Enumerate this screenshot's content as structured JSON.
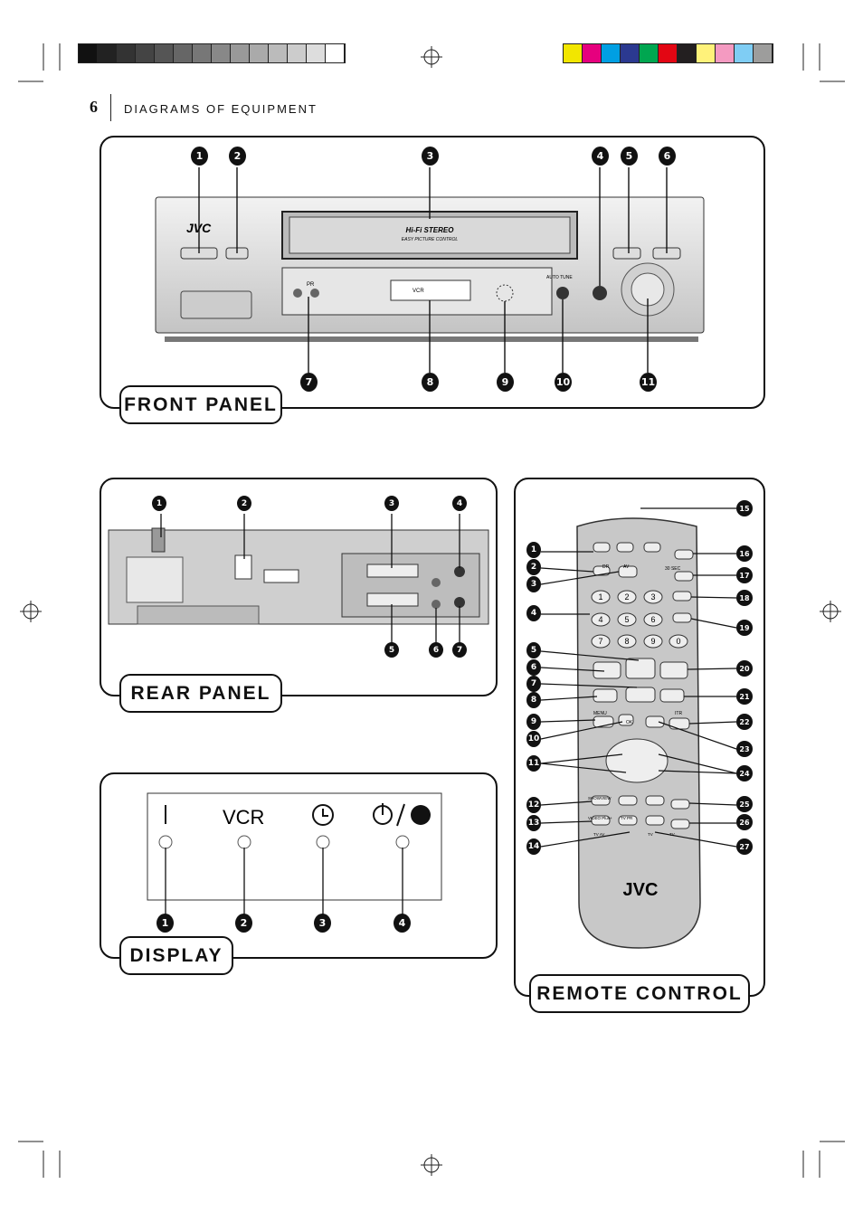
{
  "page": {
    "number": "6",
    "section_title": "DIAGRAMS OF EQUIPMENT"
  },
  "colors": {
    "accent_black": "#111111",
    "metal_light": "#d8d8d8",
    "metal_dark": "#8a8a8a",
    "grayscale_strip": [
      "#111",
      "#222",
      "#333",
      "#444",
      "#555",
      "#666",
      "#777",
      "#888",
      "#999",
      "#aaa",
      "#bbb",
      "#ccc",
      "#ddd",
      "#fff"
    ],
    "color_strip": [
      "#f2e600",
      "#e6007e",
      "#009fe3",
      "#2b3990",
      "#00a650",
      "#e30613",
      "#231f20",
      "#fff27a",
      "#f49ac1",
      "#7fcdf4",
      "#9d9d9c"
    ]
  },
  "front_panel": {
    "label": "FRONT PANEL",
    "brand": "JVC",
    "hifi_text": "Hi-Fi STEREO",
    "picture_control_text": "EASY PICTURE CONTROL",
    "auto_tune_text": "AUTO TUNE",
    "pr_text": "PR",
    "vcr_text": "VCR",
    "callouts": [
      "1",
      "2",
      "3",
      "4",
      "5",
      "6",
      "7",
      "8",
      "9",
      "10",
      "11"
    ]
  },
  "rear_panel": {
    "label": "REAR PANEL",
    "callouts": [
      "1",
      "2",
      "3",
      "4",
      "5",
      "6",
      "7"
    ]
  },
  "display": {
    "label": "DISPLAY",
    "indicator_vcr": "VCR",
    "callouts": [
      "1",
      "2",
      "3",
      "4"
    ]
  },
  "remote_control": {
    "label": "REMOTE CONTROL",
    "brand": "JVC",
    "buttons": {
      "dr": "DR",
      "av": "AV",
      "sec": "30 SEC",
      "digits": [
        "1",
        "2",
        "3",
        "4",
        "5",
        "6",
        "7",
        "8",
        "9",
        "0"
      ],
      "menu": "MENU",
      "ok": "OK",
      "itr": "ITR",
      "showview": "SHOWVIEW",
      "video_plus": "VIDEO Plus+",
      "tv_pr": "TV PR",
      "tv_av": "TV AV",
      "tv": "TV",
      "tv_power": "TV"
    },
    "left_callouts": [
      "1",
      "2",
      "3",
      "4",
      "5",
      "6",
      "7",
      "8",
      "9",
      "10",
      "11",
      "12",
      "13",
      "14"
    ],
    "right_callouts": [
      "15",
      "16",
      "17",
      "18",
      "19",
      "20",
      "21",
      "22",
      "23",
      "24",
      "25",
      "26",
      "27"
    ]
  }
}
